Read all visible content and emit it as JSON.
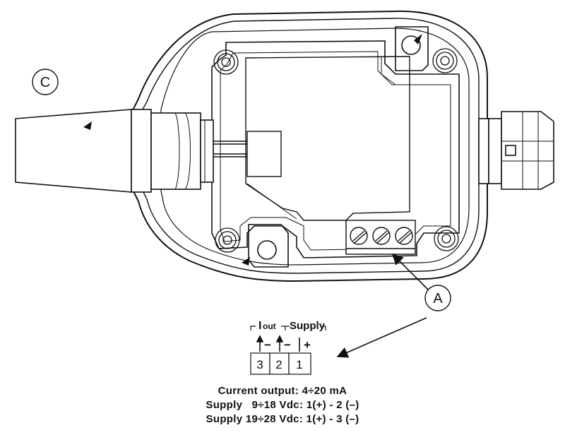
{
  "callouts": {
    "a": "A",
    "c": "C"
  },
  "wiring": {
    "iout_main": "I",
    "iout_sub": "out",
    "supply": "Supply",
    "terminals": [
      "3",
      "2",
      "1"
    ],
    "polarity": [
      "−",
      "−",
      "+"
    ]
  },
  "notes": {
    "line1": "Current output: 4÷20 mA",
    "line2": "Supply   9÷18 Vdc: 1(+) - 2 (–)",
    "line3": "Supply 19÷28 Vdc: 1(+) - 3 (–)"
  },
  "colors": {
    "ink": "#111111",
    "fill_light": "#f4f4f4",
    "background": "#ffffff"
  }
}
